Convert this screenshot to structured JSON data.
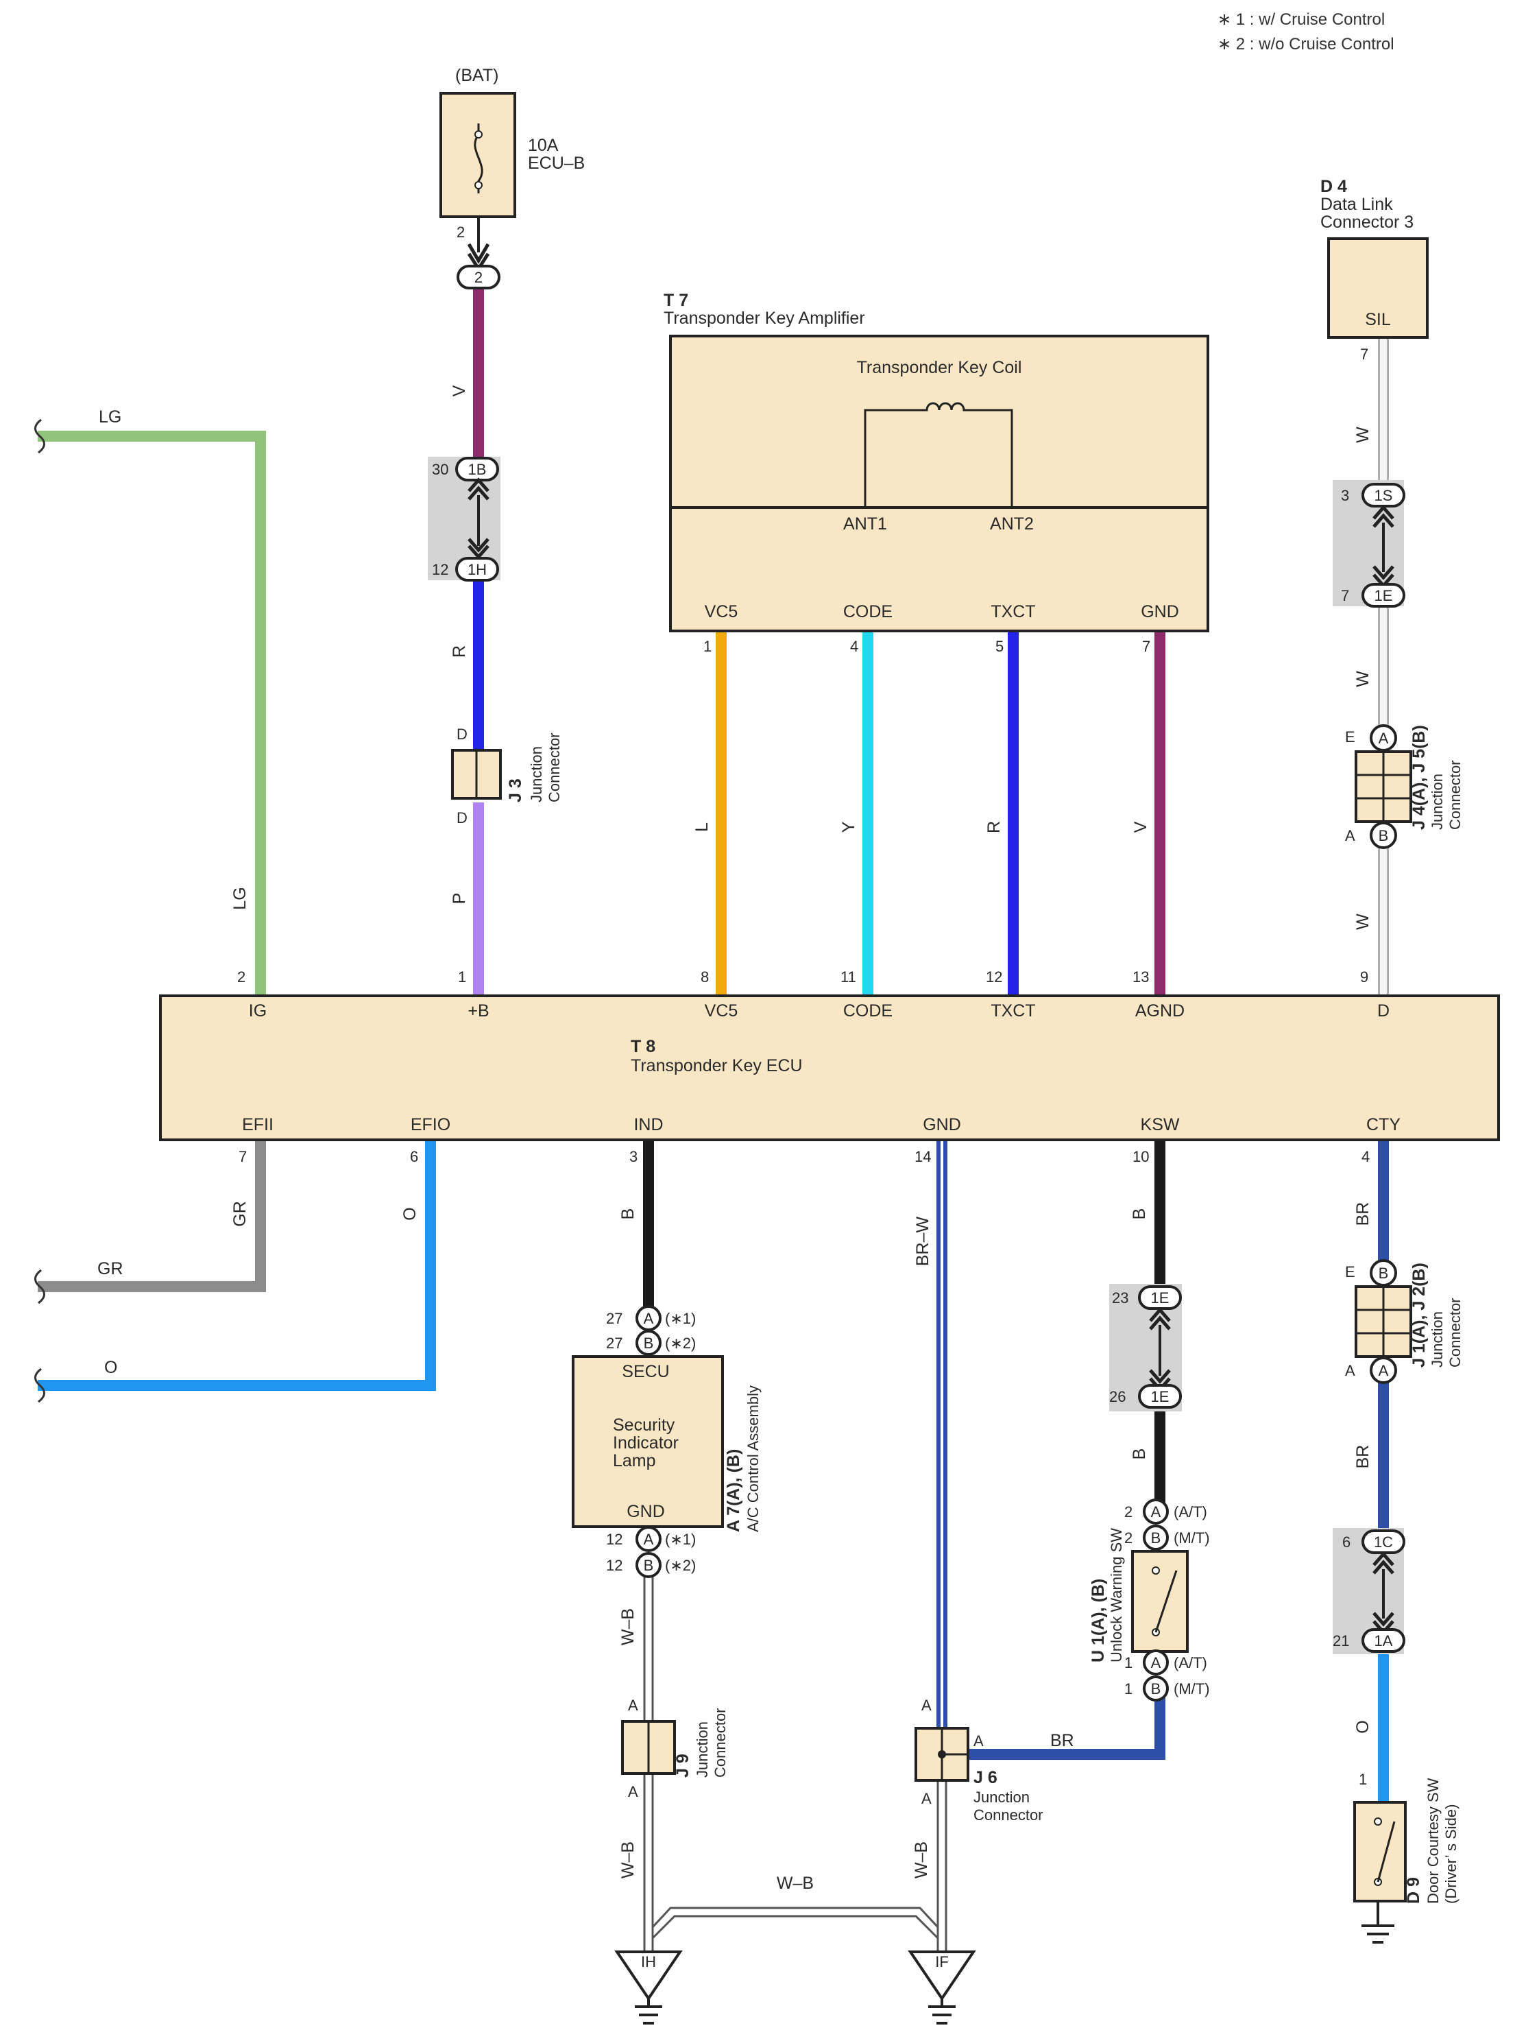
{
  "notes": {
    "n1": "∗ 1 : w/ Cruise Control",
    "n2": "∗ 2 : w/o Cruise Control"
  },
  "colors": {
    "box_fill": "#f8e6c4",
    "shade": "#d4d4d4",
    "LG": "#8fc47a",
    "V": "#8e2c6b",
    "R": "#2424e8",
    "P": "#b084f0",
    "L": "#f0aa10",
    "Y": "#22d8f0",
    "GR": "#8c8c8c",
    "O": "#2196f0",
    "B": "#1a1a1a",
    "BR": "#2e4fa8",
    "W": "#e8e8e8"
  },
  "fuse": {
    "source": "(BAT)",
    "rating": "10A",
    "name": "ECU–B",
    "pin": "2",
    "conn": "2"
  },
  "j3": {
    "code": "J 3",
    "name1": "Junction",
    "name2": "Connector",
    "pin_top": "D",
    "pin_bottom": "D"
  },
  "bat_wire": {
    "v": "V",
    "r": "R",
    "p": "P",
    "c1_pin": "30",
    "c1": "1B",
    "c2_pin": "12",
    "c2": "1H"
  },
  "t7": {
    "code": "T 7",
    "name": "Transponder Key Amplifier",
    "coil": "Transponder Key Coil",
    "ant1": "ANT1",
    "ant2": "ANT2",
    "pins": [
      {
        "name": "VC5",
        "num": "1",
        "wire": "L"
      },
      {
        "name": "CODE",
        "num": "4",
        "wire": "Y"
      },
      {
        "name": "TXCT",
        "num": "5",
        "wire": "R"
      },
      {
        "name": "GND",
        "num": "7",
        "wire": "V"
      }
    ]
  },
  "d4": {
    "code": "D 4",
    "name1": "Data Link",
    "name2": "Connector 3",
    "pin": "SIL",
    "pin_num": "7",
    "wire": "W",
    "c1_pin": "3",
    "c1": "1S",
    "c2_pin": "7",
    "c2": "1E",
    "j_top": "E",
    "j_top_c": "A",
    "j_bot": "A",
    "j_bot_c": "B",
    "jcode": "J 4(A), J 5(B)",
    "jname1": "Junction",
    "jname2": "Connector"
  },
  "t8": {
    "code": "T 8",
    "name": "Transponder Key ECU",
    "top_pins": [
      {
        "name": "IG",
        "num": "2",
        "wire": "LG"
      },
      {
        "name": "+B",
        "num": "1",
        "wire": "P"
      },
      {
        "name": "VC5",
        "num": "8"
      },
      {
        "name": "CODE",
        "num": "11"
      },
      {
        "name": "TXCT",
        "num": "12"
      },
      {
        "name": "AGND",
        "num": "13"
      },
      {
        "name": "D",
        "num": "9",
        "wire": "W"
      }
    ],
    "bottom_pins": [
      {
        "name": "EFII",
        "num": "7",
        "wire": "GR"
      },
      {
        "name": "EFIO",
        "num": "6",
        "wire": "O"
      },
      {
        "name": "IND",
        "num": "3",
        "wire": "B"
      },
      {
        "name": "GND",
        "num": "14",
        "wire": "BR–W"
      },
      {
        "name": "KSW",
        "num": "10",
        "wire": "B"
      },
      {
        "name": "CTY",
        "num": "4",
        "wire": "BR"
      }
    ]
  },
  "left_wires": {
    "lg": "LG",
    "gr": "GR",
    "o": "O"
  },
  "a7": {
    "code": "A 7(A), (B)",
    "name": "A/C Control Assembly",
    "pin_top": "SECU",
    "lamp1": "Security",
    "lamp2": "Indicator",
    "lamp3": "Lamp",
    "pin_bottom": "GND",
    "top_a_num": "27",
    "top_a": "A",
    "top_a_note": "(∗1)",
    "top_b_num": "27",
    "top_b": "B",
    "top_b_note": "(∗2)",
    "bot_a_num": "12",
    "bot_a": "A",
    "bot_a_note": "(∗1)",
    "bot_b_num": "12",
    "bot_b": "B",
    "bot_b_note": "(∗2)",
    "wire": "W–B"
  },
  "j9": {
    "code": "J 9",
    "name1": "Junction",
    "name2": "Connector",
    "pin_top": "A",
    "pin_bottom": "A",
    "wire": "W–B",
    "ground": "IH"
  },
  "j6": {
    "code": "J 6",
    "name1": "Junction",
    "name2": "Connector",
    "pin_top": "A",
    "pin_bottom": "A",
    "pin_right": "A",
    "wire_right": "BR",
    "wire": "W–B",
    "ground": "IF"
  },
  "ground_link": "W–B",
  "ksw": {
    "c1_pin": "23",
    "c1": "1E",
    "c2_pin": "26",
    "c2": "1E",
    "wire": "B",
    "code": "U 1(A), (B)",
    "name": "Unlock Warning SW",
    "t_a_num": "2",
    "t_a": "A",
    "t_a_note": "(A/T)",
    "t_b_num": "2",
    "t_b": "B",
    "t_b_note": "(M/T)",
    "b_a_num": "1",
    "b_a": "A",
    "b_a_note": "(A/T)",
    "b_b_num": "1",
    "b_b": "B",
    "b_b_note": "(M/T)"
  },
  "cty": {
    "j_top": "E",
    "j_top_c": "B",
    "j_bot": "A",
    "j_bot_c": "A",
    "jcode": "J 1(A), J 2(B)",
    "jname1": "Junction",
    "jname2": "Connector",
    "wire": "BR",
    "c1_pin": "6",
    "c1": "1C",
    "c2_pin": "21",
    "c2": "1A",
    "wire2": "O",
    "sw_pin": "1",
    "code": "D 9",
    "name1": "Door Courtesy SW",
    "name2": "(Driver’ s Side)"
  }
}
